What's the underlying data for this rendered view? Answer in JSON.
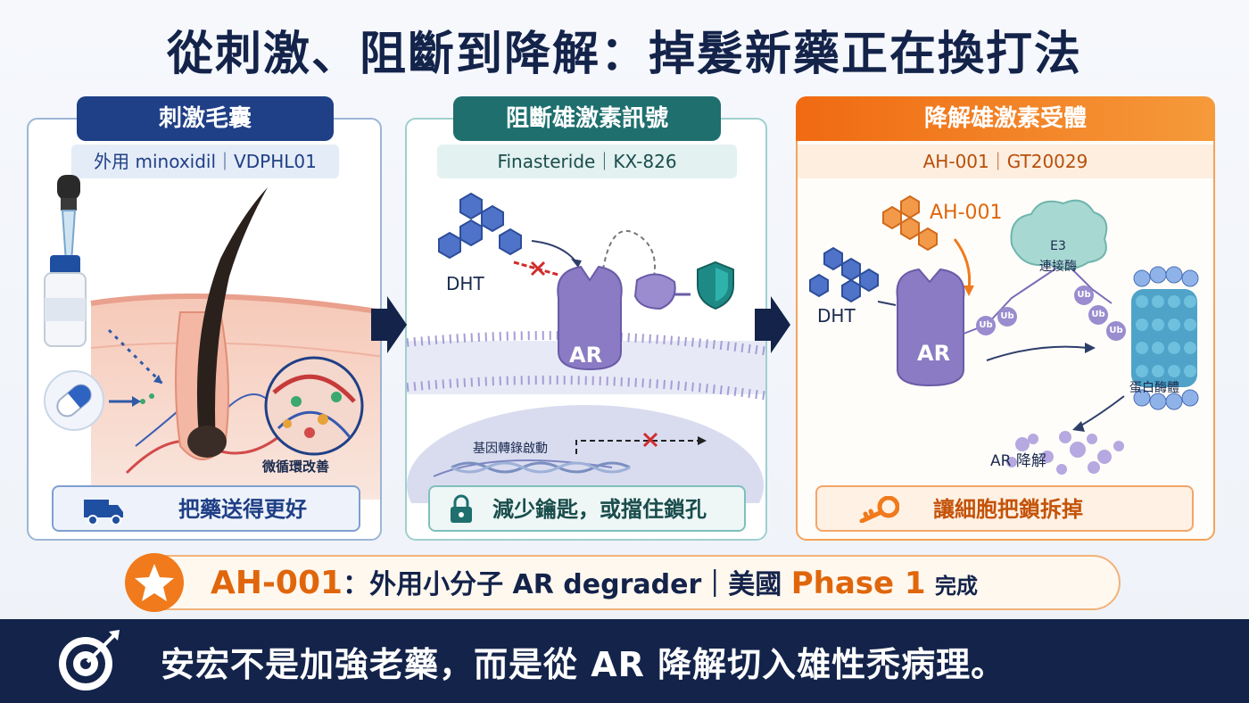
{
  "title": "從刺激、阻斷到降解：掉髮新藥正在換打法",
  "panels": [
    {
      "heading": "刺激毛囊",
      "subheading": "外用 minoxidil｜VDPHL01",
      "callout": "微循環改善",
      "bottom": "把藥送得更好",
      "color": "#1f3f86"
    },
    {
      "heading": "阻斷雄激素訊號",
      "subheading": "Finasteride｜KX-826",
      "labels": {
        "dht": "DHT",
        "ar": "AR",
        "gene": "基因轉錄啟動"
      },
      "bottom": "減少鑰匙，或擋住鎖孔",
      "color": "#1e6f6e"
    },
    {
      "heading": "降解雄激素受體",
      "subheading": "AH-001｜GT20029",
      "labels": {
        "drug": "AH-001",
        "dht": "DHT",
        "ar": "AR",
        "e3_line1": "E3",
        "e3_line2": "連接酶",
        "ub": "Ub",
        "proteasome": "蛋白酶體",
        "degraded": "AR 降解"
      },
      "bottom": "讓細胞把鎖拆掉",
      "color": "#f07a1c"
    }
  ],
  "banner": {
    "drug": "AH-001",
    "colon": "：",
    "text": "外用小分子 AR degrader｜美國",
    "phase": "Phase 1",
    "status": "完成"
  },
  "footer": {
    "text": "安宏不是加強老藥，而是從 AR 降解切入雄性禿病理。"
  },
  "colors": {
    "navy": "#13234a",
    "teal": "#1e6f6e",
    "orange": "#f07a1c",
    "purple": "#8a7bc4"
  },
  "icons": [
    "dropper-icon",
    "bottle-icon",
    "capsule-icon",
    "truck-icon",
    "lock-icon",
    "shield-icon",
    "key-icon",
    "star-icon",
    "target-icon",
    "arrow-right-icon"
  ]
}
